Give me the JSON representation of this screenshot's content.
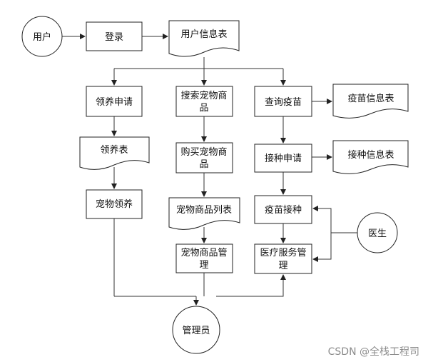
{
  "nodes": {
    "user": {
      "label": "用户"
    },
    "login": {
      "label": "登录"
    },
    "user_info_table": {
      "label": "用户信息表"
    },
    "adopt_apply": {
      "label": "领养申请"
    },
    "search_pet": {
      "label": [
        "搜索宠物商",
        "品"
      ]
    },
    "query_vaccine": {
      "label": "查询疫苗"
    },
    "vaccine_info_table": {
      "label": "疫苗信息表"
    },
    "adopt_table": {
      "label": "领养表"
    },
    "buy_pet": {
      "label": [
        "购买宠物商",
        "品"
      ]
    },
    "vacc_apply": {
      "label": "接种申请"
    },
    "vacc_info_table": {
      "label": "接种信息表"
    },
    "pet_adopt": {
      "label": "宠物领养"
    },
    "pet_list_table": {
      "label": "宠物商品列表"
    },
    "vaccinate": {
      "label": "疫苗接种"
    },
    "doctor": {
      "label": "医生"
    },
    "pet_mgmt": {
      "label": [
        "宠物商品管",
        "理"
      ]
    },
    "medical_mgmt": {
      "label": [
        "医疗服务管",
        "理"
      ]
    },
    "admin": {
      "label": "管理员"
    }
  },
  "watermark": "CSDN @全栈工程司"
}
